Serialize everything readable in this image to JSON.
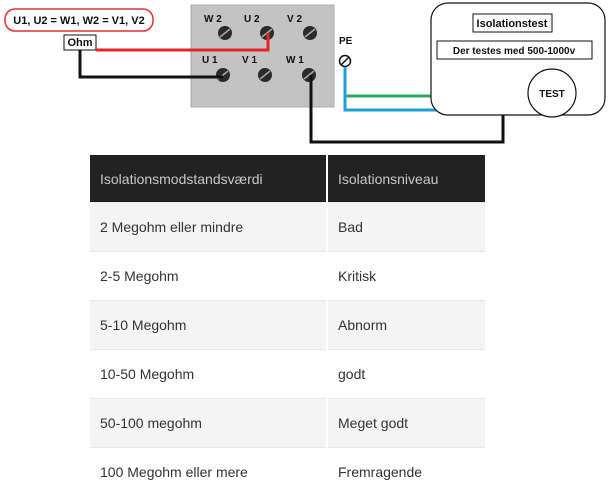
{
  "formula": "U1, U2 = W1, W2 = V1, V2",
  "ohm_label": "Ohm",
  "terminals": {
    "w2": "W 2",
    "u2": "U 2",
    "v2": "V 2",
    "u1": "U 1",
    "v1": "V 1",
    "w1": "W 1"
  },
  "pe_label": "PE",
  "tester": {
    "title": "Isolationstest",
    "subtitle": "Der testes med 500-1000v",
    "button": "TEST"
  },
  "table": {
    "headers": [
      "Isolationsmodstandsværdi",
      "Isolationsniveau"
    ],
    "rows": [
      [
        "2 Megohm eller mindre",
        "Bad"
      ],
      [
        "2-5 Megohm",
        "Kritisk"
      ],
      [
        "5-10 Megohm",
        "Abnorm"
      ],
      [
        "10-50 Megohm",
        "godt"
      ],
      [
        "50-100 megohm",
        "Meget godt"
      ],
      [
        "100 Megohm eller mere",
        "Fremragende"
      ]
    ]
  },
  "colors": {
    "red_wire": "#e8202a",
    "black_wire": "#111111",
    "green_wire": "#2bab5f",
    "blue_wire": "#1aa0d8",
    "terminal_plate": "#c3c3c3",
    "header_bg": "#222222"
  }
}
